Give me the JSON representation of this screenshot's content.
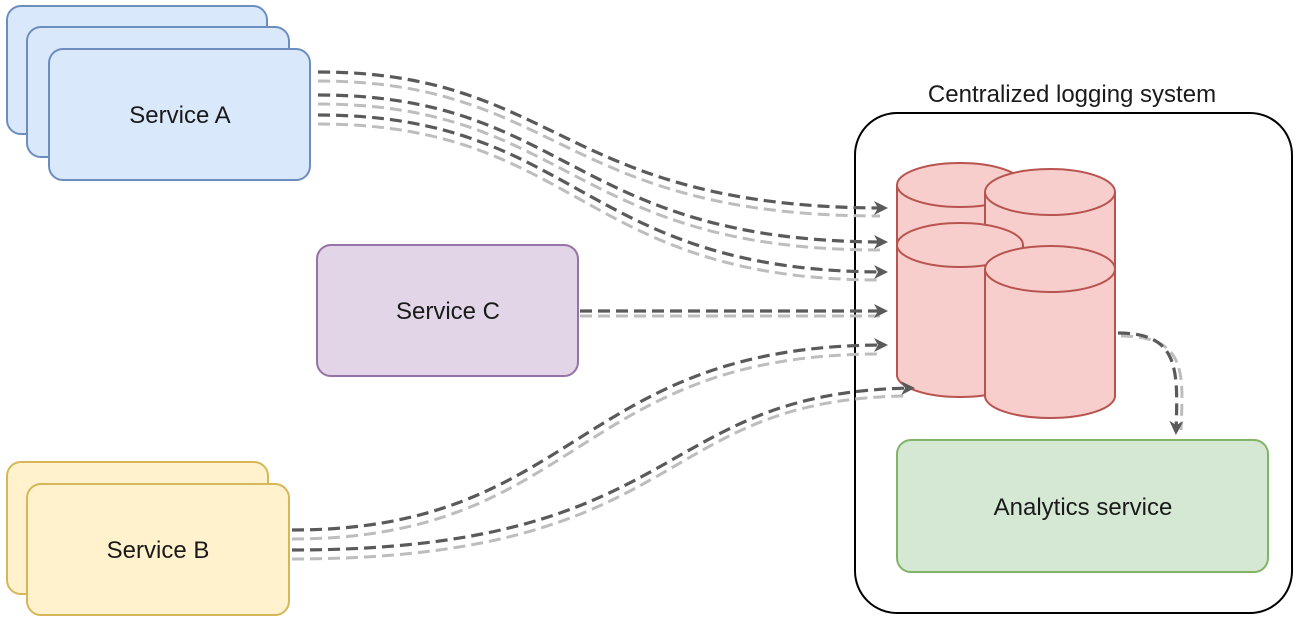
{
  "title": "Centralized logging system",
  "nodes": {
    "service_a": {
      "label": "Service A",
      "fill": "#dae8fc",
      "stroke": "#6c8ebf"
    },
    "service_b": {
      "label": "Service B",
      "fill": "#fff2cc",
      "stroke": "#d6b656"
    },
    "service_c": {
      "label": "Service C",
      "fill": "#e1d5e7",
      "stroke": "#9673a6"
    },
    "analytics": {
      "label": "Analytics service",
      "fill": "#d5e8d4",
      "stroke": "#82b366"
    },
    "log_store": {
      "fill": "#f8cecc",
      "stroke": "#b85450"
    }
  },
  "edges": [
    {
      "from": "Service A",
      "to": "log store"
    },
    {
      "from": "Service A",
      "to": "log store"
    },
    {
      "from": "Service A",
      "to": "log store"
    },
    {
      "from": "Service C",
      "to": "log store"
    },
    {
      "from": "Service B",
      "to": "log store"
    },
    {
      "from": "Service B",
      "to": "log store"
    },
    {
      "from": "log store",
      "to": "Analytics service"
    }
  ],
  "colors": {
    "edge": "#5a5a5a",
    "edge_shadow": "#bdbdbd",
    "container_stroke": "#000000"
  }
}
